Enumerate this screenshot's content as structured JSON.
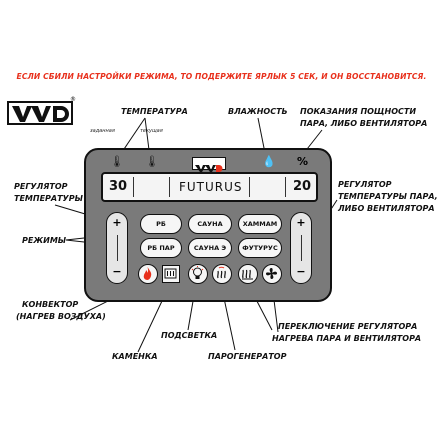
{
  "warning": "ЕСЛИ СБИЛИ НАСТРОЙКИ РЕЖИМА, ТО ПОДЕРЖИТЕ ЯРЛЫК 5 СЕК, И ОН ВОССТАНОВИТСЯ.",
  "logo": {
    "text": "ѴѴD",
    "registered": "®"
  },
  "labels": {
    "temperature": "ТЕМПЕРАТУРА",
    "set_temp": "заданная",
    "current_temp": "текущая",
    "humidity": "ВЛАЖНОСТЬ",
    "power_readings_1": "ПОКАЗАНИЯ ПОЩНОСТИ",
    "power_readings_2": "ПАРА, ЛИБО ВЕНТИЛЯТОРА",
    "temp_regulator_1": "РЕГУЛЯТОР",
    "temp_regulator_2": "ТЕМПЕРАТУРЫ",
    "modes": "РЕЖИМЫ",
    "convector_1": "КОНВЕКТОР",
    "convector_2": "(НАГРЕВ ВОЗДУХА)",
    "heater": "КАМЕНКА",
    "backlight": "ПОДСВЕТКА",
    "steam_gen": "ПАРОГЕНЕРАТОР",
    "switch_1": "ПЕРЕКЛЮЧЕНИЕ РЕГУЛЯТОРА",
    "switch_2": "НАГРЕВА ПАРА И ВЕНТИЛЯТОРА",
    "right_reg_1": "РЕГУЛЯТОР",
    "right_reg_2": "ТЕМПЕРАТУРЫ ПАРА,",
    "right_reg_3": "ЛИБО ВЕНТИЛЯТОРА"
  },
  "panel": {
    "top_logo": "ѴѴD",
    "display": {
      "left_value": "30",
      "center_text": "FUTURUS",
      "right_value": "20"
    },
    "modes": [
      "РБ",
      "САУНА",
      "ХАММАМ",
      "РБ ПАР",
      "САУНА Э",
      "ФУТУРУС"
    ],
    "plus": "+",
    "minus": "−",
    "top_icons": [
      "thermometer-set-icon",
      "thermometer-current-icon",
      "droplet-icon",
      "percent-icon"
    ],
    "percent_symbol": "%"
  }
}
